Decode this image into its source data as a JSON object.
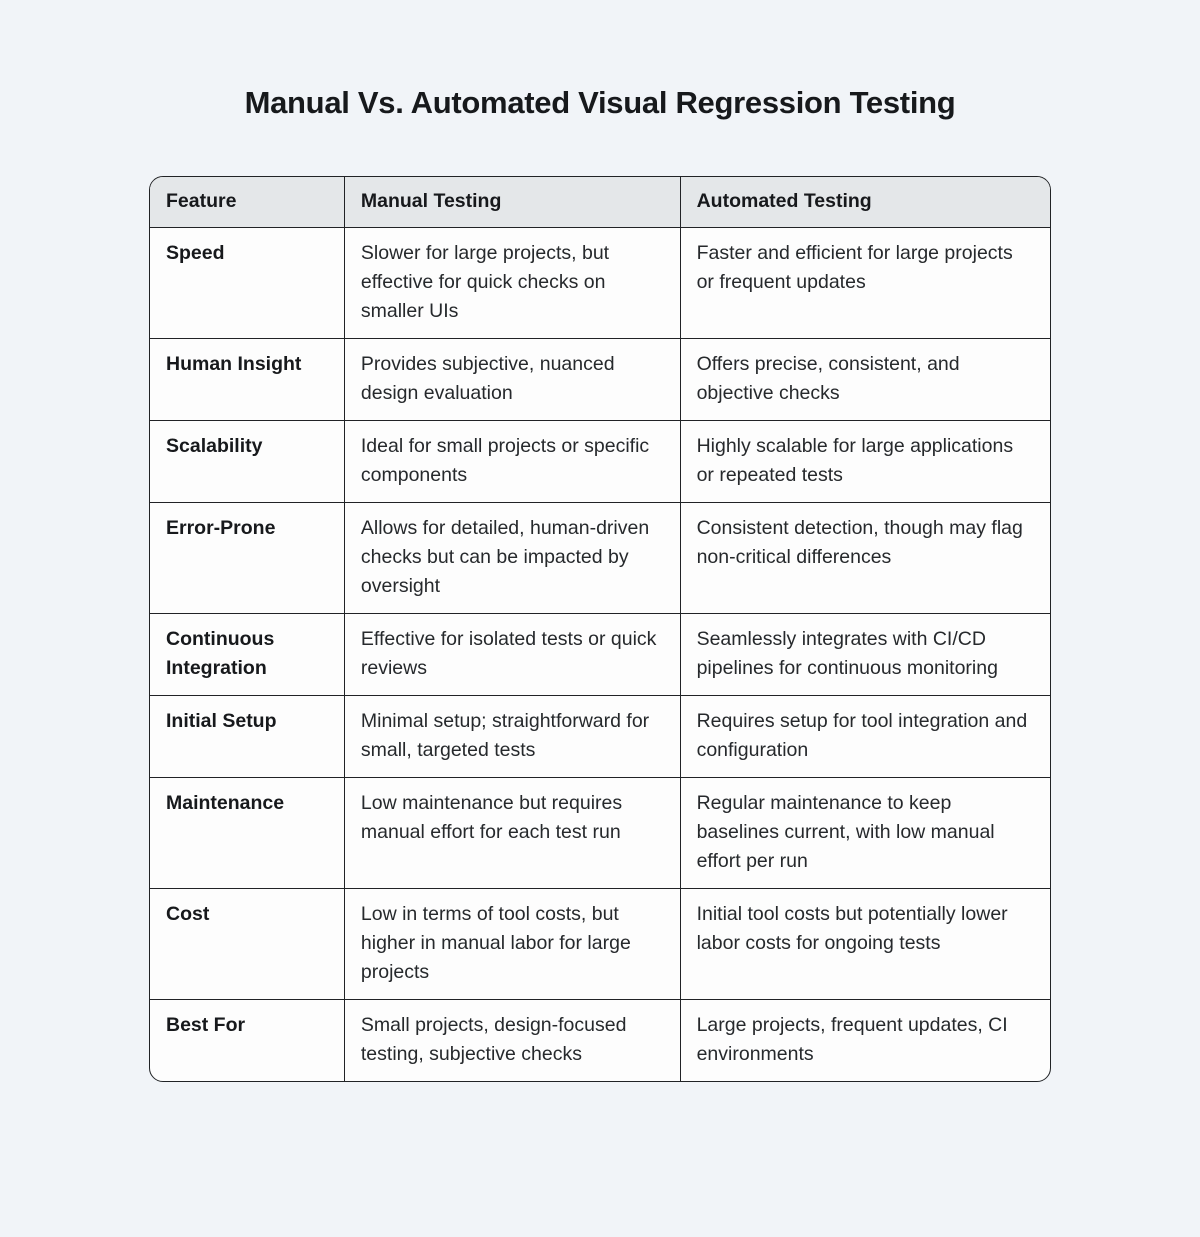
{
  "page": {
    "title": "Manual Vs. Automated Visual Regression Testing"
  },
  "colors": {
    "page_background": "#f1f4f8",
    "table_background": "#fdfdfd",
    "header_background": "#e4e7e9",
    "border": "#212326",
    "text": "#232629"
  },
  "chart_data": {
    "type": "table",
    "title": "Manual Vs. Automated Visual Regression Testing",
    "columns": [
      "Feature",
      "Manual Testing",
      "Automated Testing"
    ],
    "rows": [
      [
        "Speed",
        "Slower for large projects, but effective for quick checks on smaller UIs",
        "Faster and efficient for large projects or frequent updates"
      ],
      [
        "Human Insight",
        "Provides subjective, nuanced design evaluation",
        "Offers precise, consistent, and objective checks"
      ],
      [
        "Scalability",
        "Ideal for small projects or specific components",
        "Highly scalable for large applications or repeated tests"
      ],
      [
        "Error-Prone",
        "Allows for detailed, human-driven checks but can be impacted by oversight",
        "Consistent detection, though may flag non-critical differences"
      ],
      [
        "Continuous Integration",
        "Effective for isolated tests or quick reviews",
        "Seamlessly integrates with CI/CD pipelines for continuous monitoring"
      ],
      [
        "Initial Setup",
        "Minimal setup; straightforward for small, targeted tests",
        "Requires setup for tool integration and configuration"
      ],
      [
        "Maintenance",
        "Low maintenance but requires manual effort for each test run",
        "Regular maintenance to keep baselines current, with low manual effort per run"
      ],
      [
        "Cost",
        "Low in terms of tool costs, but higher in manual labor for large projects",
        "Initial tool costs but potentially lower labor costs for ongoing tests"
      ],
      [
        "Best For",
        "Small projects, design-focused testing, subjective checks",
        "Large projects, frequent updates, CI environments"
      ]
    ]
  },
  "table": {
    "columns": {
      "feature": "Feature",
      "manual": "Manual Testing",
      "automated": "Automated Testing"
    },
    "rows": [
      {
        "feature": "Speed",
        "manual": "Slower for large projects, but effective for quick checks on smaller UIs",
        "automated": "Faster and efficient for large projects or frequent updates"
      },
      {
        "feature": "Human Insight",
        "manual": "Provides subjective, nuanced design evaluation",
        "automated": "Offers precise, consistent, and objective checks"
      },
      {
        "feature": "Scalability",
        "manual": "Ideal for small projects or specific components",
        "automated": "Highly scalable for large applications or repeated tests"
      },
      {
        "feature": "Error-Prone",
        "manual": "Allows for detailed, human-driven checks but can be impacted by oversight",
        "automated": "Consistent detection, though may flag non-critical differences"
      },
      {
        "feature": "Continuous Integration",
        "manual": "Effective for isolated tests or quick reviews",
        "automated": "Seamlessly integrates with CI/CD pipelines for continuous monitoring"
      },
      {
        "feature": "Initial Setup",
        "manual": "Minimal setup; straightforward for small, targeted tests",
        "automated": "Requires setup for tool integration and configuration"
      },
      {
        "feature": "Maintenance",
        "manual": "Low maintenance but requires manual effort for each test run",
        "automated": "Regular maintenance to keep baselines current, with low manual effort per run"
      },
      {
        "feature": "Cost",
        "manual": "Low in terms of tool costs, but higher in manual labor for large projects",
        "automated": "Initial tool costs but potentially lower labor costs for ongoing tests"
      },
      {
        "feature": "Best For",
        "manual": "Small projects, design-focused testing, subjective checks",
        "automated": "Large projects, frequent updates, CI environments"
      }
    ]
  }
}
